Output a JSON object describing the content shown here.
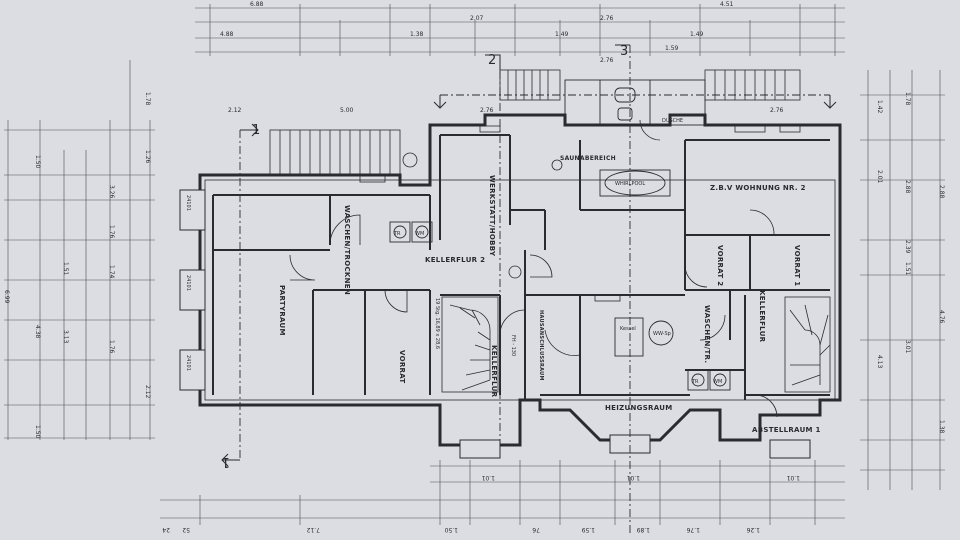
{
  "sheet": {
    "paper_color": "#dcdde2",
    "ink_color": "#2a2a30"
  },
  "rooms": {
    "partyraum": "PARTYRAUM",
    "waschen_trocknen": "WASCHEN/TROCKNEN",
    "werkstatt": "WERKSTATT/HOBBY",
    "kellerflur_2": "KELLERFLUR 2",
    "vorrat": "VORRAT",
    "kellerflur": "KELLERFLUR",
    "hausanschlussraum": "HAUSANSCHLUSSRAUM",
    "saunabereich": "SAUNABEREICH",
    "heizungsraum": "HEIZUNGSRAUM",
    "wohnung_2": "Z.B.V WOHNUNG NR. 2",
    "vorrat_2": "VORRAT 2",
    "vorrat_1": "VORRAT 1",
    "kellerflur_right": "KELLERFLUR",
    "waschen_tr": "WASCHEN/TR.",
    "abstellraum_1": "ABSTELLRAUM 1",
    "dusche": "DUSCHE"
  },
  "fixtures": {
    "wm": "WM",
    "tr": "TR",
    "whirlpool": "WHIRLPOOL",
    "kessel": "Kessel",
    "wwsp": "WW-Sp",
    "fh": "FH - 130",
    "stair_note": "19 Stg. 16,89 x 28,6"
  },
  "windows": {
    "w1": "24101",
    "w2": "24101",
    "w3": "24101"
  },
  "markers": {
    "section_1": "1",
    "section_2": "2",
    "section_3": "3"
  },
  "dims": {
    "top": [
      "6.88",
      "4.51",
      "2.76",
      "2.07",
      "1.38",
      "1.59",
      "1.49",
      "4.88",
      "1.49",
      "2.76",
      "2.12",
      "5.00",
      "2.76",
      "2.76"
    ],
    "left": [
      "1.50",
      "3.26",
      "1.76",
      "1.74",
      "1.76",
      "1.50",
      "6.99",
      "4.38",
      "3.13",
      "1.26",
      "1.78",
      "2.12",
      "1.51"
    ],
    "right": [
      "1.78",
      "2.01",
      "2.88",
      "2.39",
      "1.51",
      "3.01",
      "4.76",
      "4.13",
      "1.38",
      "1.42",
      "2.88"
    ],
    "bottom": [
      "7.12",
      "1.50",
      "1.01",
      "1.59",
      "1.76",
      "1.01",
      "76",
      "1.26",
      "1.89",
      "1.01",
      "24",
      "52"
    ]
  }
}
